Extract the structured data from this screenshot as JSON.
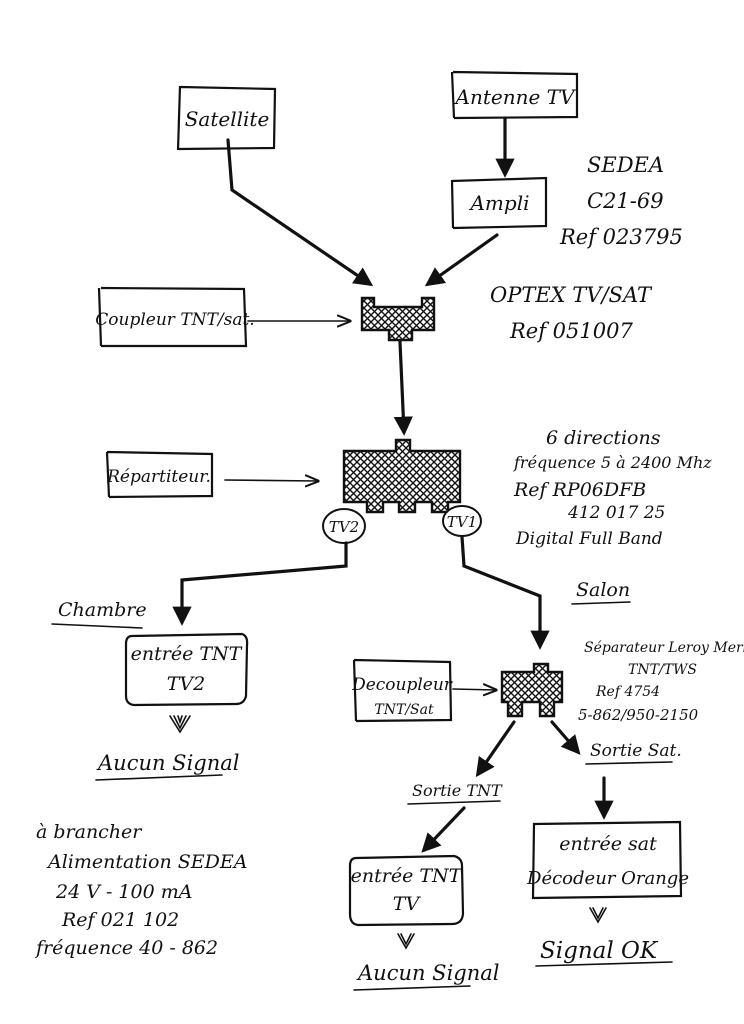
{
  "nodes": {
    "satellite": "Satellite",
    "antenne": "Antenne TV",
    "ampli": "Ampli",
    "coupleur": "Coupleur TNT/sat.",
    "repartiteur": "Répartiteur.",
    "tv2_port": "TV2",
    "tv1_port": "TV1",
    "decoupleur_line1": "Decoupleur",
    "decoupleur_line2": "TNT/Sat",
    "entree_tnt_tv2_line1": "entrée TNT",
    "entree_tnt_tv2_line2": "TV2",
    "entree_tnt_tv_line1": "entrée TNT",
    "entree_tnt_tv_line2": "TV",
    "entree_sat_line1": "entrée sat",
    "entree_sat_line2": "Décodeur Orange"
  },
  "labels": {
    "chambre": "Chambre",
    "salon": "Salon",
    "sortie_tnt": "Sortie TNT",
    "sortie_sat": "Sortie Sat.",
    "aucun_signal_left": "Aucun Signal",
    "aucun_signal_bottom": "Aucun Signal",
    "signal_ok": "Signal OK"
  },
  "notes": {
    "ampli_note": [
      "SEDEA",
      "C21-69",
      "Ref 023795"
    ],
    "coupleur_note": [
      "OPTEX TV/SAT",
      "Ref 051007"
    ],
    "repartiteur_note": [
      "6 directions",
      "fréquence 5 à 2400 Mhz",
      "Ref RP06DFB",
      "412 017 25",
      "Digital Full Band"
    ],
    "separateur_note": [
      "Séparateur Leroy Merlin",
      "TNT/TWS",
      "Ref 4754",
      "5-862/950-2150"
    ],
    "alimentation_note": [
      "à brancher",
      "Alimentation SEDEA",
      "24 V - 100 mA",
      "Ref 021 102",
      "fréquence 40 - 862"
    ]
  }
}
